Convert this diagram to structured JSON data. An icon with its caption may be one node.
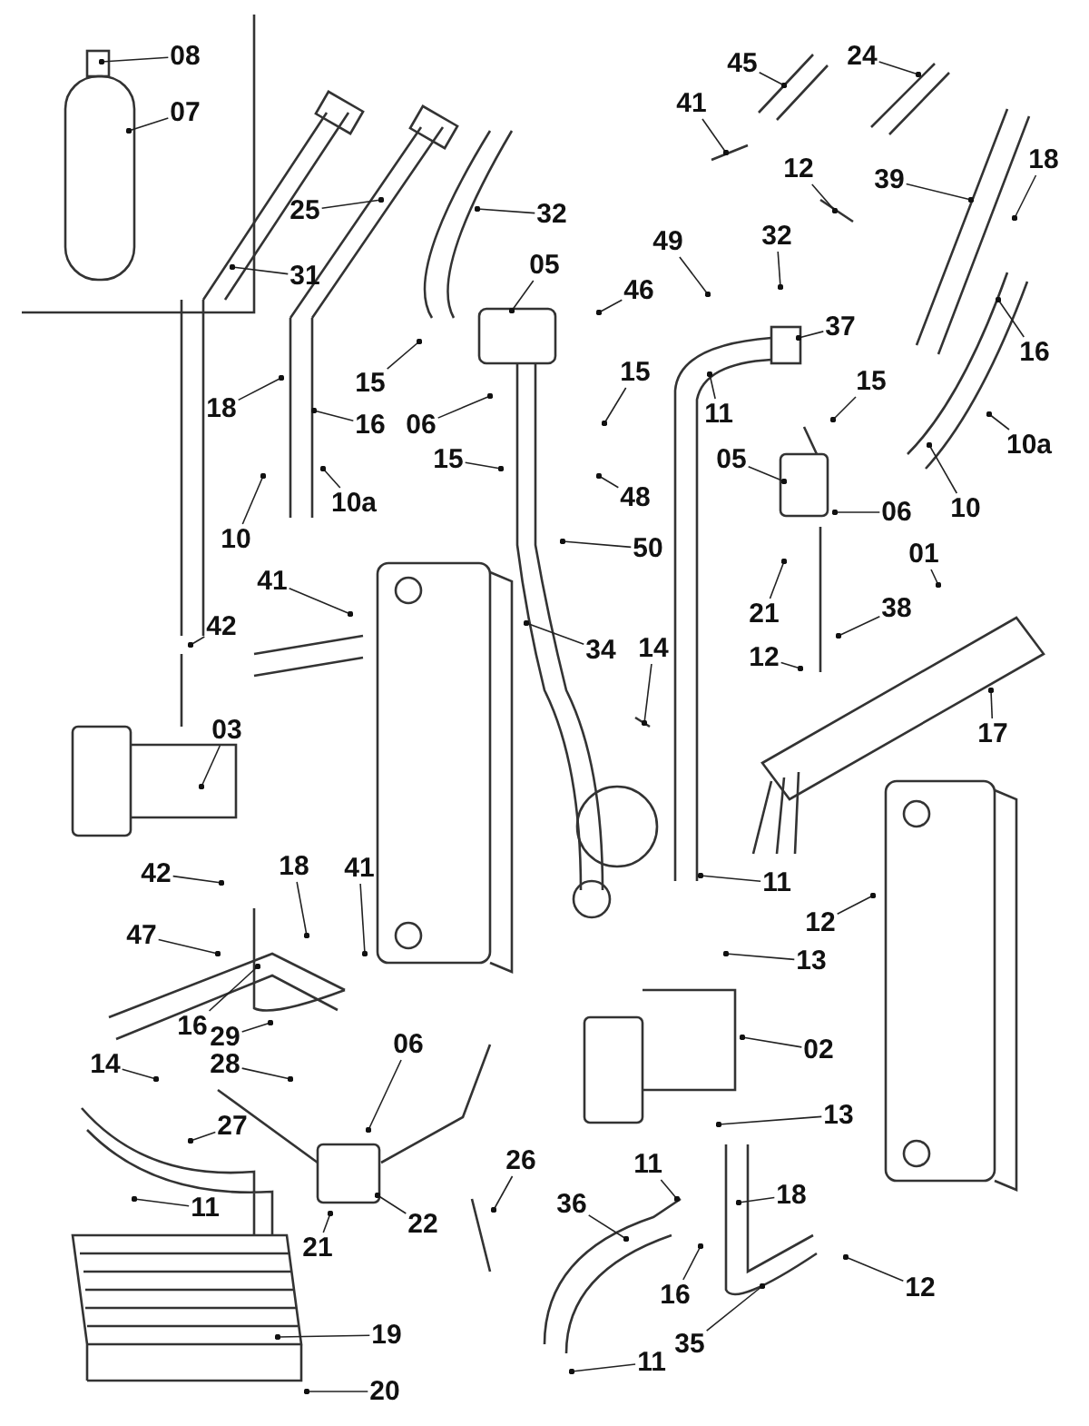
{
  "diagram": {
    "nodes": [
      {
        "text": [
          "08"
        ]
      },
      {
        "text": [
          "07"
        ]
      },
      {
        "text": [
          "31"
        ]
      },
      {
        "text": [
          "25"
        ]
      },
      {
        "text": [
          "32"
        ]
      },
      {
        "text": [
          "05"
        ]
      },
      {
        "text": [
          "46"
        ]
      },
      {
        "text": [
          "15"
        ]
      },
      {
        "text": [
          "06"
        ]
      },
      {
        "text": [
          "18"
        ]
      },
      {
        "text": [
          "16"
        ]
      },
      {
        "text": [
          "10a"
        ]
      },
      {
        "text": [
          "10"
        ]
      },
      {
        "text": [
          "15"
        ]
      },
      {
        "text": [
          "41"
        ]
      },
      {
        "text": [
          "42"
        ]
      },
      {
        "text": [
          "45"
        ]
      },
      {
        "text": [
          "24"
        ]
      },
      {
        "text": [
          "41"
        ]
      },
      {
        "text": [
          "12"
        ]
      },
      {
        "text": [
          "39"
        ]
      },
      {
        "text": [
          "18"
        ]
      },
      {
        "text": [
          "49"
        ]
      },
      {
        "text": [
          "32"
        ]
      },
      {
        "text": [
          "37"
        ]
      },
      {
        "text": [
          "11"
        ]
      },
      {
        "text": [
          "15"
        ]
      },
      {
        "text": [
          "16"
        ]
      },
      {
        "text": [
          "15"
        ]
      },
      {
        "text": [
          "10a"
        ]
      },
      {
        "text": [
          "10"
        ]
      },
      {
        "text": [
          "05"
        ]
      },
      {
        "text": [
          "06"
        ]
      },
      {
        "text": [
          "48"
        ]
      },
      {
        "text": [
          "50"
        ]
      },
      {
        "text": [
          "01"
        ]
      },
      {
        "text": [
          "21"
        ]
      },
      {
        "text": [
          "38"
        ]
      },
      {
        "text": [
          "34"
        ]
      },
      {
        "text": [
          "14"
        ]
      },
      {
        "text": [
          "12"
        ]
      },
      {
        "text": [
          "17"
        ]
      },
      {
        "text": [
          "03"
        ]
      },
      {
        "text": [
          "42"
        ]
      },
      {
        "text": [
          "18"
        ]
      },
      {
        "text": [
          "41"
        ]
      },
      {
        "text": [
          "47"
        ]
      },
      {
        "text": [
          "16"
        ]
      },
      {
        "text": [
          "29"
        ]
      },
      {
        "text": [
          "28"
        ]
      },
      {
        "text": [
          "06"
        ]
      },
      {
        "text": [
          "14"
        ]
      },
      {
        "text": [
          "27"
        ]
      },
      {
        "text": [
          "26"
        ]
      },
      {
        "text": [
          "11"
        ]
      },
      {
        "text": [
          "22"
        ]
      },
      {
        "text": [
          "21"
        ]
      },
      {
        "text": [
          "19"
        ]
      },
      {
        "text": [
          "20"
        ]
      },
      {
        "text": [
          "11"
        ]
      },
      {
        "text": [
          "12"
        ]
      },
      {
        "text": [
          "13"
        ]
      },
      {
        "text": [
          "02"
        ]
      },
      {
        "text": [
          "13"
        ]
      },
      {
        "text": [
          "11"
        ]
      },
      {
        "text": [
          "18"
        ]
      },
      {
        "text": [
          "36"
        ]
      },
      {
        "text": [
          "16"
        ]
      },
      {
        "text": [
          "12"
        ]
      },
      {
        "text": [
          "35"
        ]
      },
      {
        "text": [
          "11"
        ]
      }
    ],
    "edges": [
      {
        "from": 0,
        "to": null,
        "arrow": "other"
      },
      {
        "from": 1,
        "to": null,
        "arrow": "other"
      },
      {
        "from": 2,
        "to": null,
        "arrow": "other"
      },
      {
        "from": 3,
        "to": null,
        "arrow": "other"
      },
      {
        "from": 4,
        "to": null,
        "arrow": "other"
      },
      {
        "from": 5,
        "to": null,
        "arrow": "other"
      },
      {
        "from": 6,
        "to": null,
        "arrow": "other"
      },
      {
        "from": 7,
        "to": null,
        "arrow": "other"
      },
      {
        "from": 8,
        "to": null,
        "arrow": "other"
      },
      {
        "from": 9,
        "to": null,
        "arrow": "other"
      },
      {
        "from": 10,
        "to": null,
        "arrow": "other"
      },
      {
        "from": 11,
        "to": null,
        "arrow": "other"
      },
      {
        "from": 12,
        "to": null,
        "arrow": "other"
      },
      {
        "from": 13,
        "to": null,
        "arrow": "other"
      },
      {
        "from": 14,
        "to": null,
        "arrow": "other"
      },
      {
        "from": 15,
        "to": null,
        "arrow": "other"
      },
      {
        "from": 16,
        "to": null,
        "arrow": "other"
      },
      {
        "from": 17,
        "to": null,
        "arrow": "other"
      },
      {
        "from": 18,
        "to": null,
        "arrow": "other"
      },
      {
        "from": 19,
        "to": null,
        "arrow": "other"
      },
      {
        "from": 20,
        "to": null,
        "arrow": "other"
      },
      {
        "from": 21,
        "to": null,
        "arrow": "other"
      },
      {
        "from": 22,
        "to": null,
        "arrow": "other"
      },
      {
        "from": 23,
        "to": null,
        "arrow": "other"
      },
      {
        "from": 24,
        "to": null,
        "arrow": "other"
      },
      {
        "from": 25,
        "to": null,
        "arrow": "other"
      },
      {
        "from": 26,
        "to": null,
        "arrow": "other"
      },
      {
        "from": 27,
        "to": null,
        "arrow": "other"
      },
      {
        "from": 28,
        "to": null,
        "arrow": "other"
      },
      {
        "from": 29,
        "to": null,
        "arrow": "other"
      },
      {
        "from": 30,
        "to": null,
        "arrow": "other"
      },
      {
        "from": 31,
        "to": null,
        "arrow": "other"
      },
      {
        "from": 32,
        "to": null,
        "arrow": "other"
      },
      {
        "from": 33,
        "to": null,
        "arrow": "other"
      },
      {
        "from": 34,
        "to": null,
        "arrow": "other"
      },
      {
        "from": 35,
        "to": null,
        "arrow": "other"
      },
      {
        "from": 36,
        "to": null,
        "arrow": "other"
      },
      {
        "from": 37,
        "to": null,
        "arrow": "other"
      },
      {
        "from": 38,
        "to": null,
        "arrow": "other"
      },
      {
        "from": 39,
        "to": null,
        "arrow": "other"
      },
      {
        "from": 40,
        "to": null,
        "arrow": "other"
      },
      {
        "from": 41,
        "to": null,
        "arrow": "other"
      },
      {
        "from": 42,
        "to": null,
        "arrow": "other"
      },
      {
        "from": 43,
        "to": null,
        "arrow": "other"
      },
      {
        "from": 44,
        "to": null,
        "arrow": "other"
      },
      {
        "from": 45,
        "to": null,
        "arrow": "other"
      },
      {
        "from": 46,
        "to": null,
        "arrow": "other"
      },
      {
        "from": 47,
        "to": null,
        "arrow": "other"
      },
      {
        "from": 48,
        "to": null,
        "arrow": "other"
      },
      {
        "from": 49,
        "to": null,
        "arrow": "other"
      },
      {
        "from": 50,
        "to": null,
        "arrow": "other"
      },
      {
        "from": 51,
        "to": null,
        "arrow": "other"
      },
      {
        "from": 52,
        "to": null,
        "arrow": "other"
      },
      {
        "from": 53,
        "to": null,
        "arrow": "other"
      },
      {
        "from": 54,
        "to": null,
        "arrow": "other"
      },
      {
        "from": 55,
        "to": null,
        "arrow": "other"
      },
      {
        "from": 56,
        "to": null,
        "arrow": "other"
      },
      {
        "from": 57,
        "to": null,
        "arrow": "other"
      },
      {
        "from": 58,
        "to": null,
        "arrow": "other"
      },
      {
        "from": 59,
        "to": null,
        "arrow": "other"
      },
      {
        "from": 60,
        "to": null,
        "arrow": "other"
      },
      {
        "from": 61,
        "to": null,
        "arrow": "other"
      },
      {
        "from": 62,
        "to": null,
        "arrow": "other"
      },
      {
        "from": 63,
        "to": null,
        "arrow": "other"
      },
      {
        "from": 64,
        "to": null,
        "arrow": "other"
      },
      {
        "from": 65,
        "to": null,
        "arrow": "other"
      },
      {
        "from": 66,
        "to": null,
        "arrow": "other"
      },
      {
        "from": 67,
        "to": null,
        "arrow": "other"
      },
      {
        "from": 68,
        "to": null,
        "arrow": "other"
      },
      {
        "from": 69,
        "to": null,
        "arrow": "other"
      },
      {
        "from": 70,
        "to": null,
        "arrow": "other"
      }
    ]
  }
}
